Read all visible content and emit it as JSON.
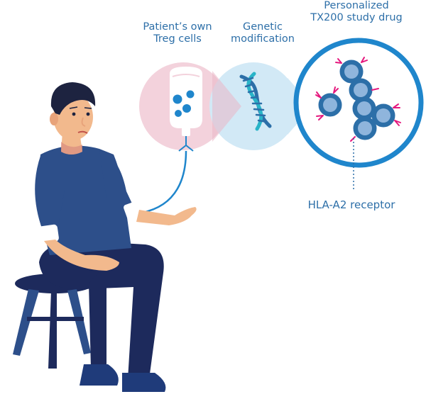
{
  "labels": {
    "patient_cells": [
      "Patient’s own",
      "Treg cells"
    ],
    "genetic_modification": [
      "Genetic",
      "modification"
    ],
    "study_drug": [
      "Personalized",
      "TX200 study drug"
    ],
    "receptor": "HLA-A2 receptor"
  },
  "colors": {
    "text_blue": "#2d6fa8",
    "ring_blue": "#1f86cc",
    "pink_circle": "#f3d2dc",
    "light_blue_circle": "#d2e9f6",
    "shirt_navy": "#2d4f8a",
    "trousers_navy": "#1d2a5c",
    "skin": "#f2b98d",
    "receptor_magenta": "#e5197e"
  },
  "icons": [
    "iv-bag-icon",
    "dna-helix-icon",
    "cell-cluster-icon",
    "seated-patient-figure"
  ]
}
